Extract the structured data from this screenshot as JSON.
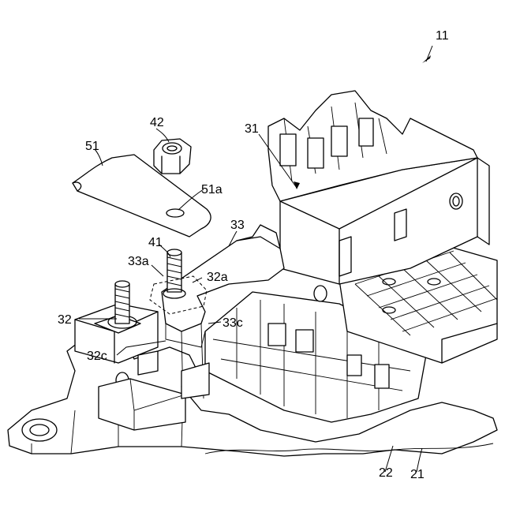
{
  "labels": {
    "l11": "11",
    "l31": "31",
    "l42": "42",
    "l51": "51",
    "l51a": "51a",
    "l33": "33",
    "l41": "41",
    "l33a": "33a",
    "l32a": "32a",
    "l32": "32",
    "l33c": "33c",
    "l32c": "32c",
    "l22": "22",
    "l21": "21"
  }
}
